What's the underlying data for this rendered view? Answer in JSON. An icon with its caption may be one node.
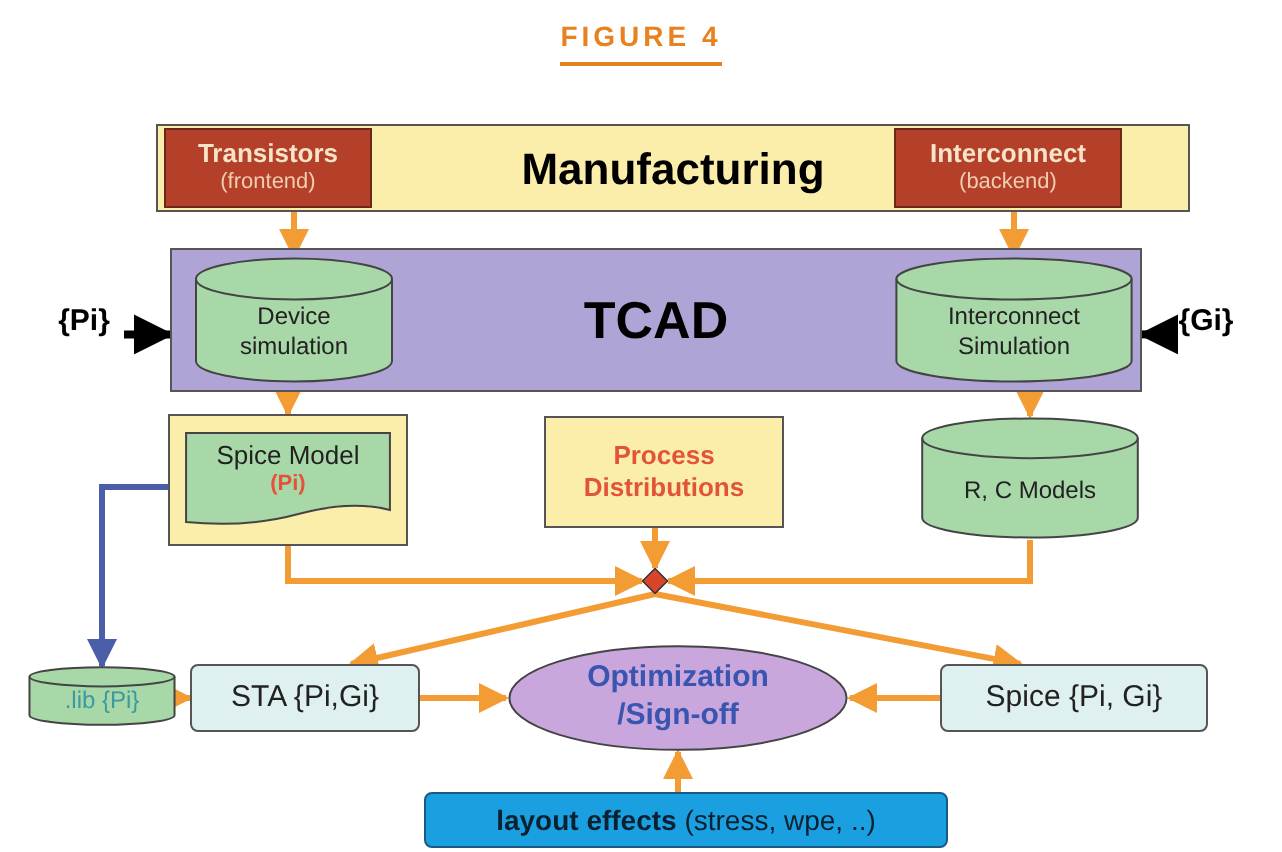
{
  "diagram": {
    "title": "FIGURE 4",
    "nodes": [
      {
        "text": [
          "Manufacturing"
        ]
      },
      {
        "text": [
          "Transistors",
          "(frontend)"
        ],
        "in": 0
      },
      {
        "text": [
          "Interconnect",
          "(backend)"
        ],
        "in": 0
      },
      {
        "text": [
          "TCAD"
        ]
      },
      {
        "text": [
          "Device simulation"
        ],
        "in": 3
      },
      {
        "text": [
          "Interconnect Simulation"
        ],
        "in": 3
      },
      {
        "text": [
          "{Pi}"
        ]
      },
      {
        "text": [
          "{Gi}"
        ]
      },
      {
        "text": [],
        "shape": "box"
      },
      {
        "text": [
          "Spice Model",
          "(Pi)"
        ],
        "in": 8
      },
      {
        "text": [
          "Process Distributions"
        ]
      },
      {
        "text": [
          "R, C Models"
        ]
      },
      {
        "text": [],
        "shape": "diamond"
      },
      {
        "text": [
          ".lib {Pi}"
        ]
      },
      {
        "text": [
          "STA {Pi,Gi}"
        ]
      },
      {
        "text": [
          "Optimization /Sign-off"
        ]
      },
      {
        "text": [
          "Spice {Pi, Gi}"
        ]
      },
      {
        "text": [
          "**layout effects** (stress, wpe, ..)"
        ]
      }
    ],
    "edges": [
      {
        "from": 1,
        "to": 4,
        "arrow": "to"
      },
      {
        "from": 2,
        "to": 5,
        "arrow": "to"
      },
      {
        "from": 6,
        "to": 3,
        "arrow": "to",
        "color": "#000000"
      },
      {
        "from": 7,
        "to": 3,
        "arrow": "to",
        "color": "#000000"
      },
      {
        "from": 4,
        "to": 8,
        "arrow": "to"
      },
      {
        "from": 5,
        "to": 11,
        "arrow": "to"
      },
      {
        "from": 8,
        "to": 12,
        "arrow": "to"
      },
      {
        "from": 10,
        "to": 12,
        "arrow": "to"
      },
      {
        "from": 11,
        "to": 12,
        "arrow": "to"
      },
      {
        "from": 12,
        "to": 14,
        "arrow": "to"
      },
      {
        "from": 12,
        "to": 16,
        "arrow": "to"
      },
      {
        "from": 14,
        "to": 15,
        "arrow": "to"
      },
      {
        "from": 16,
        "to": 15,
        "arrow": "to"
      },
      {
        "from": 17,
        "to": 15,
        "arrow": "to"
      },
      {
        "from": 9,
        "to": 13,
        "arrow": "to",
        "color": "#4a5fa8"
      },
      {
        "from": 13,
        "to": 14,
        "arrow": "to"
      }
    ]
  }
}
